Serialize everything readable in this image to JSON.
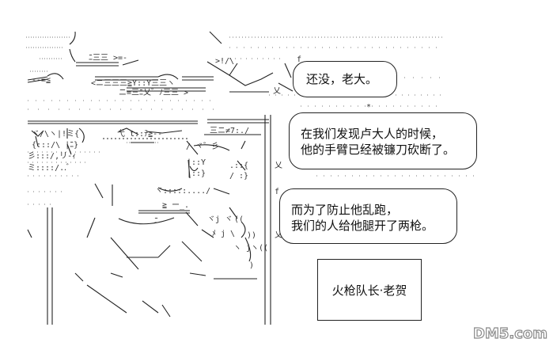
{
  "dialogue": [
    {
      "lines": [
        "还没，老大。"
      ]
    },
    {
      "lines": [
        "在我们发现卢大人的时候，",
        "他的手臂已经被镰刀砍断了。"
      ]
    },
    {
      "lines": [
        "而为了防止他乱跑，",
        "我们的人给他腿开了两枪。"
      ]
    }
  ],
  "caption": "火枪队长·老贺",
  "watermark": "DM5.com",
  "colors": {
    "ink": "#111111",
    "paper": "#ffffff",
    "watermark": "#8a8a8a"
  }
}
